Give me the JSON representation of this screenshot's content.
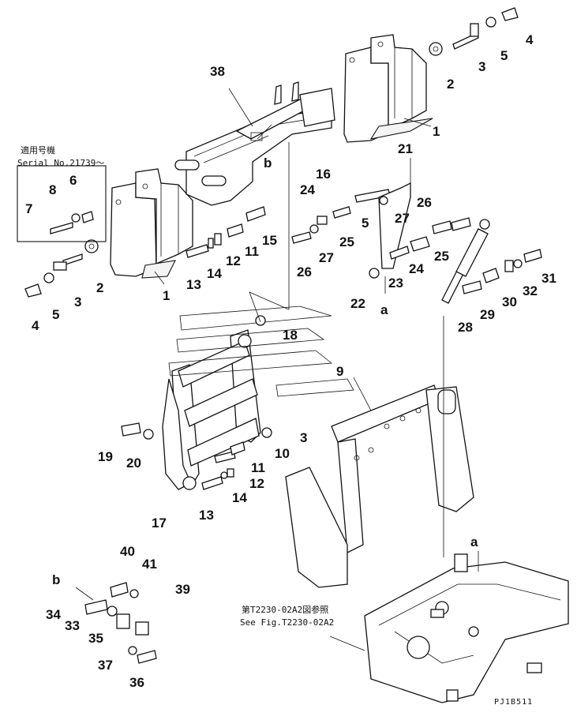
{
  "labels": {
    "n1a": "1",
    "n1b": "1",
    "n2a": "2",
    "n2b": "2",
    "n3a": "3",
    "n3b": "3",
    "n3c": "3",
    "n4a": "4",
    "n4b": "4",
    "n5a": "5",
    "n5b": "5",
    "n5c": "5",
    "n6": "6",
    "n7": "7",
    "n8": "8",
    "n9": "9",
    "n10": "10",
    "n11a": "11",
    "n11b": "11",
    "n12a": "12",
    "n12b": "12",
    "n13a": "13",
    "n13b": "13",
    "n14a": "14",
    "n14b": "14",
    "n15": "15",
    "n16": "16",
    "n17": "17",
    "n18": "18",
    "n19": "19",
    "n20": "20",
    "n21": "21",
    "n22": "22",
    "n23": "23",
    "n24a": "24",
    "n24b": "24",
    "n25a": "25",
    "n25b": "25",
    "n26a": "26",
    "n26b": "26",
    "n27a": "27",
    "n27b": "27",
    "n28": "28",
    "n29": "29",
    "n30": "30",
    "n31": "31",
    "n32": "32",
    "n33": "33",
    "n34": "34",
    "n35": "35",
    "n36": "36",
    "n37": "37",
    "n38": "38",
    "n39": "39",
    "n40": "40",
    "n41": "41",
    "ref_a1": "a",
    "ref_a2": "a",
    "ref_b1": "b",
    "ref_b2": "b"
  },
  "notes": {
    "serial_jp": "適用号機",
    "serial_en": "Serial No.21739～",
    "see_fig_jp": "第T2230-02A2図参照",
    "see_fig_en": "See Fig.T2230-02A2"
  },
  "drawing_code": "PJ1B511"
}
